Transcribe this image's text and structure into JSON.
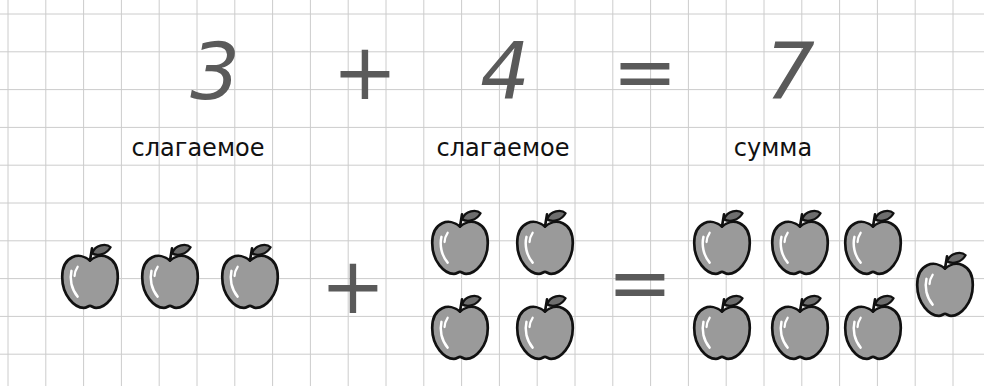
{
  "diagram": {
    "labels": [
      "3",
      "+",
      "4",
      "=",
      "7",
      "слагаемое",
      "слагаемое",
      "сумма",
      "+",
      "="
    ]
  }
}
